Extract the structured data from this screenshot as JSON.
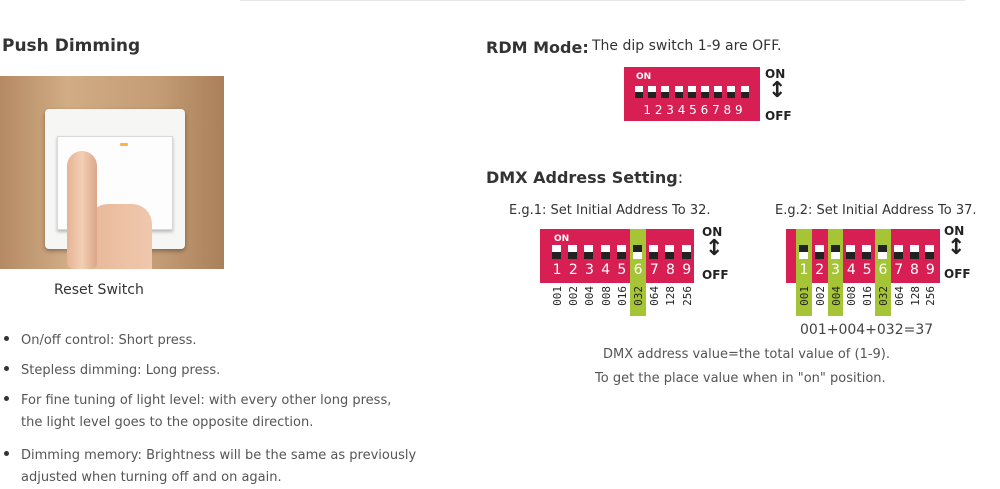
{
  "left": {
    "title": "Push Dimming",
    "photo_caption": "Reset Switch",
    "bullets": [
      {
        "line1": "On/off control: Short press.",
        "line2": ""
      },
      {
        "line1": "Stepless dimming: Long press.",
        "line2": ""
      },
      {
        "line1": "For fine tuning of light level: with every other long press,",
        "line2": "the light level goes to the opposite direction."
      },
      {
        "line1": "Dimming memory: Brightness will be the same as previously",
        "line2": "adjusted when turning off and on again."
      }
    ]
  },
  "rdm": {
    "title": "RDM Mode:",
    "description": "The dip switch 1-9 are OFF.",
    "switch": {
      "on_label": "ON",
      "numbers": "1 2 3 4 5 6 7 8 9",
      "on_positions": []
    }
  },
  "dmx": {
    "title": "DMX Address Setting",
    "colon": ":",
    "example1": {
      "label": "E.g.1: Set Initial Address To 32.",
      "on_positions": [
        6
      ],
      "values": [
        "001",
        "002",
        "004",
        "008",
        "016",
        "032",
        "064",
        "128",
        "256"
      ]
    },
    "example2": {
      "label": "E.g.2: Set Initial Address To 37.",
      "on_positions": [
        1,
        3,
        6
      ],
      "values": [
        "001",
        "002",
        "004",
        "008",
        "016",
        "032",
        "064",
        "128",
        "256"
      ],
      "sum": "001+004+032=37"
    },
    "note1": "DMX address value=the total value of (1-9).",
    "note2": "To get the place value when in \"on\" position."
  },
  "labels": {
    "on": "ON",
    "off": "OFF",
    "dip_on": "ON",
    "digits": [
      "1",
      "2",
      "3",
      "4",
      "5",
      "6",
      "7",
      "8",
      "9"
    ]
  },
  "colors": {
    "dip_red": "#d81f54",
    "highlight_green": "#a5c436"
  }
}
